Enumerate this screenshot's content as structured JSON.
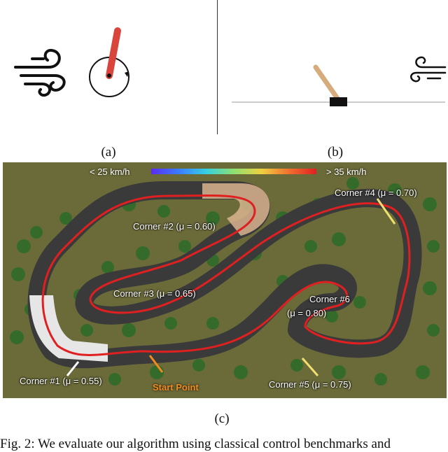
{
  "panel_a": {
    "caption": "(a)"
  },
  "panel_b": {
    "caption": "(b)"
  },
  "panel_c": {
    "caption": "(c)",
    "legend_low": "< 25 km/h",
    "legend_high": "> 35 km/h",
    "corners": [
      {
        "label": "Corner #1 (μ = 0.55)"
      },
      {
        "label": "Corner #2 (μ = 0.60)"
      },
      {
        "label": "Corner #3 (μ = 0.65)"
      },
      {
        "label": "Corner #4 (μ = 0.70)"
      },
      {
        "label": "Corner #5 (μ = 0.75)"
      },
      {
        "label": "Corner #6"
      },
      {
        "label": "(μ = 0.80)"
      }
    ],
    "start_point": "Start Point",
    "colors": {
      "start_point": "#f28a1e",
      "grass": "#6b6b3a",
      "asphalt": "#3a3a3a",
      "racing_line": "#e02020"
    }
  },
  "figure_caption": "Fig. 2: We evaluate our algorithm using classical control benchmarks and"
}
